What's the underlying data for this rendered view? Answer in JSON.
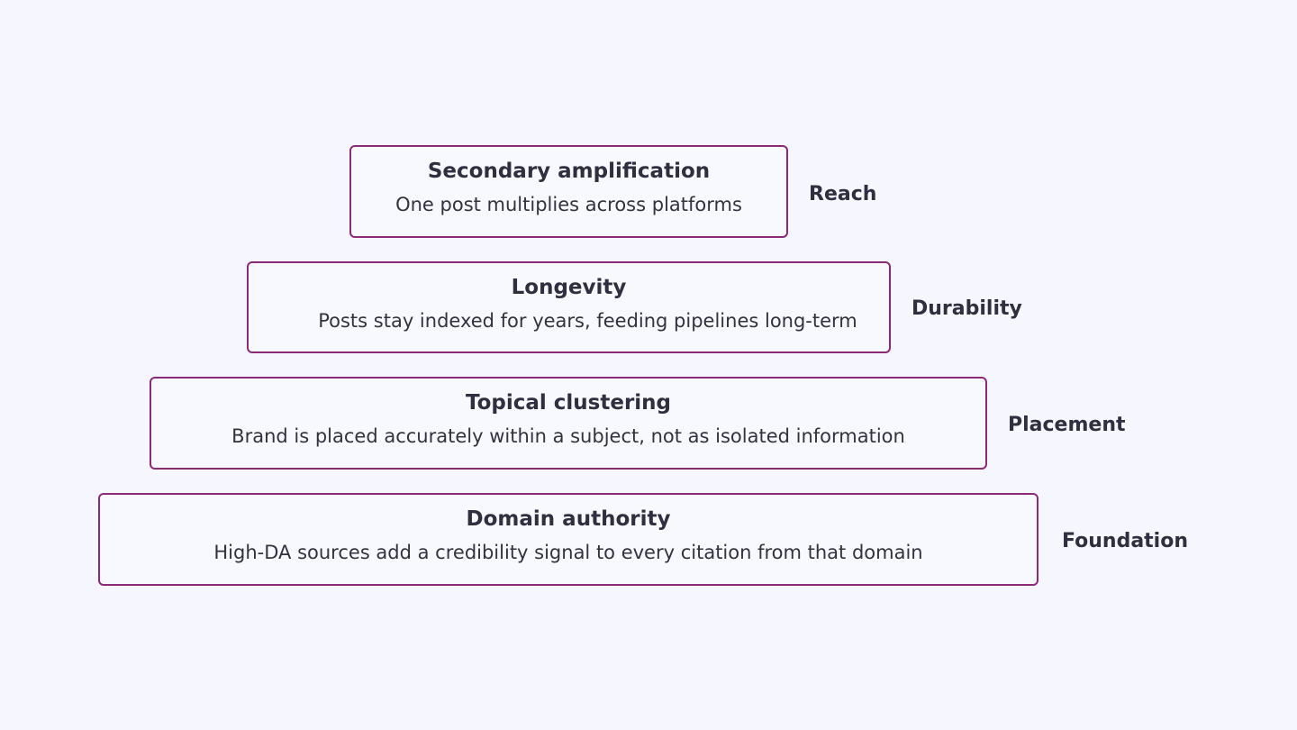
{
  "tiers": [
    {
      "title": "Secondary amplification",
      "description": "One post multiplies across platforms",
      "label": "Reach"
    },
    {
      "title": "Longevity",
      "description": "Posts stay indexed for years, feeding pipelines long-term",
      "label": "Durability"
    },
    {
      "title": "Topical clustering",
      "description": "Brand is placed accurately within a subject, not as isolated information",
      "label": "Placement"
    },
    {
      "title": "Domain authority",
      "description": "High-DA sources add a credibility signal to every citation from that domain",
      "label": "Foundation"
    }
  ],
  "colors": {
    "background": "#f6f6fe",
    "border": "#8c2a7a",
    "text": "#2f2f40"
  }
}
